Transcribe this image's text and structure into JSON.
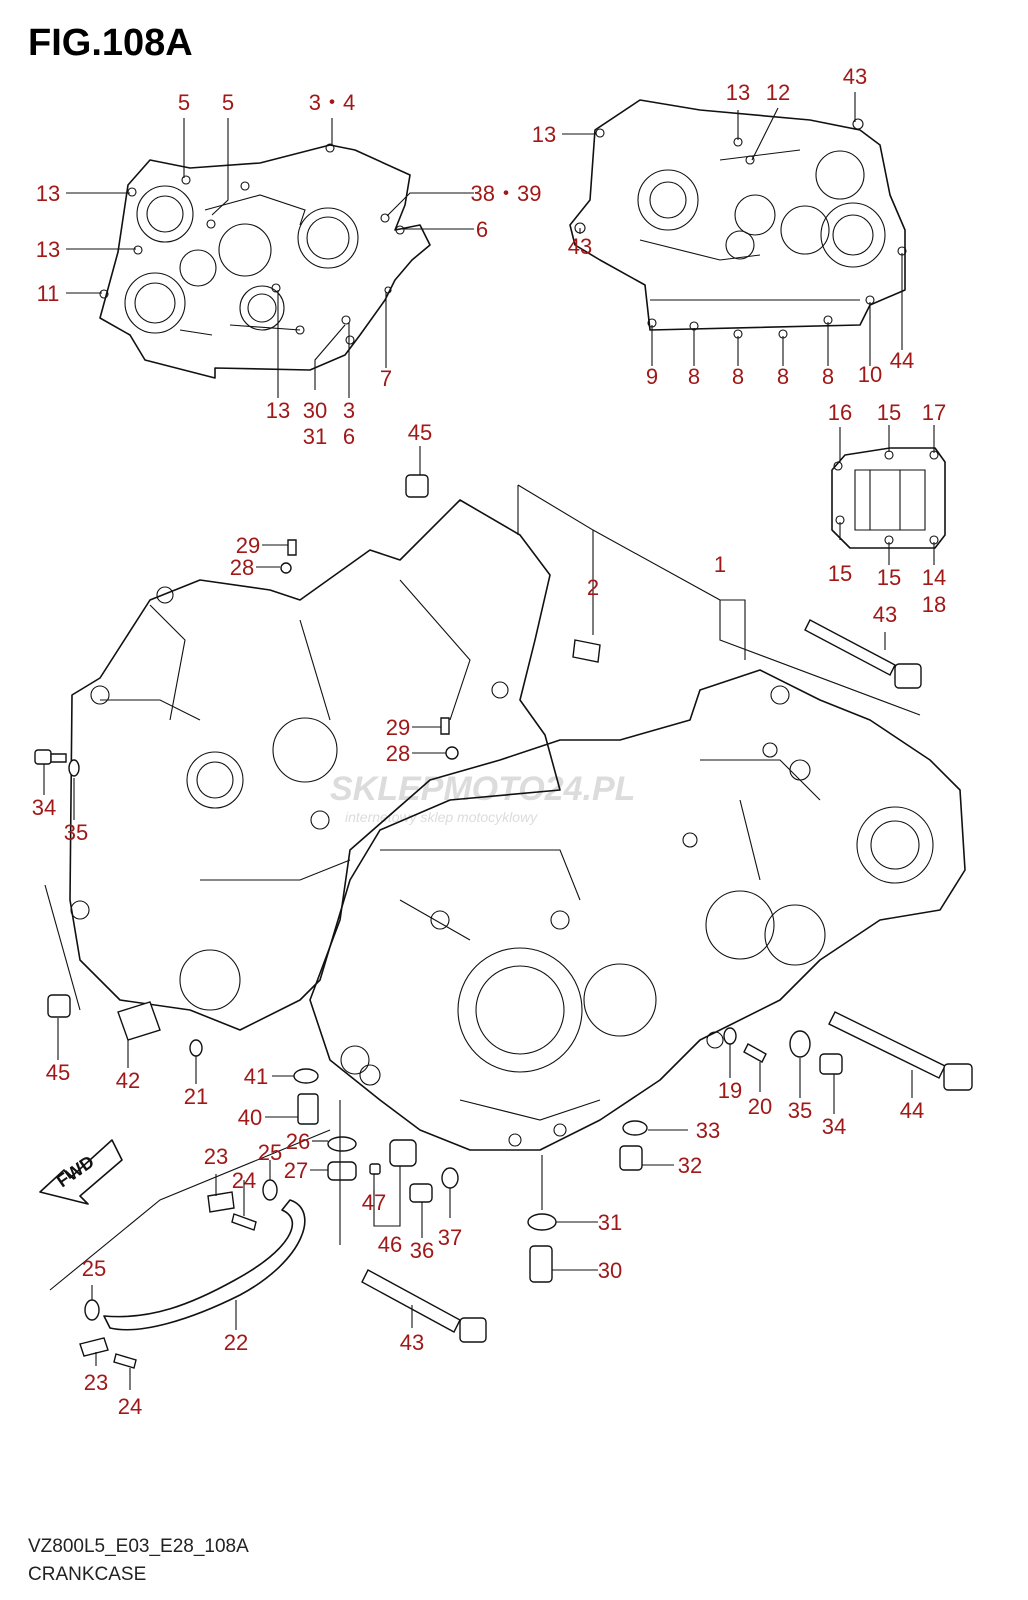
{
  "figure": {
    "title": "FIG.108A",
    "code": "VZ800L5_E03_E28_108A",
    "name": "CRANKCASE"
  },
  "watermark": {
    "main": "SKLEPMOTO24.PL",
    "sub": "internetowy sklep motocyklowy",
    "color": "#d9d9d9",
    "accent": "#e8b0b0"
  },
  "callout_color": "#a01818",
  "callouts": [
    {
      "id": "c5a",
      "text": "5"
    },
    {
      "id": "c5b",
      "text": "5"
    },
    {
      "id": "c34top",
      "text": "3・4"
    },
    {
      "id": "c13a",
      "text": "13"
    },
    {
      "id": "c13b",
      "text": "13"
    },
    {
      "id": "c11",
      "text": "11"
    },
    {
      "id": "c3839",
      "text": "38・39"
    },
    {
      "id": "c6a",
      "text": "6"
    },
    {
      "id": "c7",
      "text": "7"
    },
    {
      "id": "c13c",
      "text": "13"
    },
    {
      "id": "c30top",
      "text": "30"
    },
    {
      "id": "c31top",
      "text": "31"
    },
    {
      "id": "c3b",
      "text": "3"
    },
    {
      "id": "c6b",
      "text": "6"
    },
    {
      "id": "c13d",
      "text": "13"
    },
    {
      "id": "c13e",
      "text": "13"
    },
    {
      "id": "c12",
      "text": "12"
    },
    {
      "id": "c43a",
      "text": "43"
    },
    {
      "id": "c43b",
      "text": "43"
    },
    {
      "id": "c9",
      "text": "9"
    },
    {
      "id": "c8a",
      "text": "8"
    },
    {
      "id": "c8b",
      "text": "8"
    },
    {
      "id": "c8c",
      "text": "8"
    },
    {
      "id": "c8d",
      "text": "8"
    },
    {
      "id": "c10",
      "text": "10"
    },
    {
      "id": "c44a",
      "text": "44"
    },
    {
      "id": "c45a",
      "text": "45"
    },
    {
      "id": "c16",
      "text": "16"
    },
    {
      "id": "c15a",
      "text": "15"
    },
    {
      "id": "c17",
      "text": "17"
    },
    {
      "id": "c15b",
      "text": "15"
    },
    {
      "id": "c15c",
      "text": "15"
    },
    {
      "id": "c14",
      "text": "14"
    },
    {
      "id": "c18",
      "text": "18"
    },
    {
      "id": "c1",
      "text": "1"
    },
    {
      "id": "c2",
      "text": "2"
    },
    {
      "id": "c43c",
      "text": "43"
    },
    {
      "id": "c29a",
      "text": "29"
    },
    {
      "id": "c28a",
      "text": "28"
    },
    {
      "id": "c29b",
      "text": "29"
    },
    {
      "id": "c28b",
      "text": "28"
    },
    {
      "id": "c34a",
      "text": "34"
    },
    {
      "id": "c35a",
      "text": "35"
    },
    {
      "id": "c45b",
      "text": "45"
    },
    {
      "id": "c42",
      "text": "42"
    },
    {
      "id": "c21",
      "text": "21"
    },
    {
      "id": "c41",
      "text": "41"
    },
    {
      "id": "c40",
      "text": "40"
    },
    {
      "id": "c26",
      "text": "26"
    },
    {
      "id": "c27",
      "text": "27"
    },
    {
      "id": "c23a",
      "text": "23"
    },
    {
      "id": "c24a",
      "text": "24"
    },
    {
      "id": "c25a",
      "text": "25"
    },
    {
      "id": "c47",
      "text": "47"
    },
    {
      "id": "c46",
      "text": "46"
    },
    {
      "id": "c36",
      "text": "36"
    },
    {
      "id": "c37",
      "text": "37"
    },
    {
      "id": "c19",
      "text": "19"
    },
    {
      "id": "c20",
      "text": "20"
    },
    {
      "id": "c35b",
      "text": "35"
    },
    {
      "id": "c34b",
      "text": "34"
    },
    {
      "id": "c44b",
      "text": "44"
    },
    {
      "id": "c33",
      "text": "33"
    },
    {
      "id": "c32",
      "text": "32"
    },
    {
      "id": "c31",
      "text": "31"
    },
    {
      "id": "c30",
      "text": "30"
    },
    {
      "id": "c25b",
      "text": "25"
    },
    {
      "id": "c22",
      "text": "22"
    },
    {
      "id": "c43d",
      "text": "43"
    },
    {
      "id": "c23b",
      "text": "23"
    },
    {
      "id": "c24b",
      "text": "24"
    }
  ],
  "fwd_label": "FWD"
}
